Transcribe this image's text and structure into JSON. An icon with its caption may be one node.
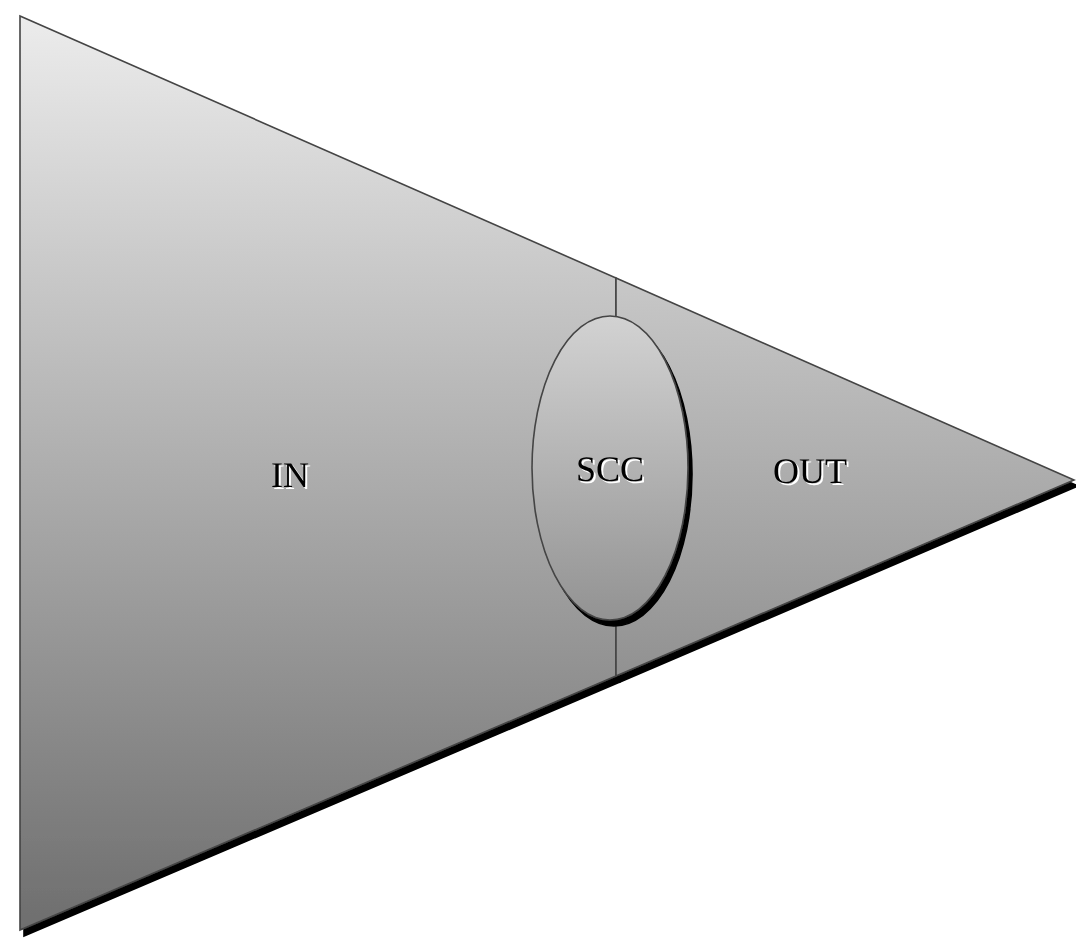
{
  "diagram": {
    "nodes": [
      {
        "text": [
          "IN"
        ]
      },
      {
        "text": [
          "SCC"
        ]
      },
      {
        "text": [
          "OUT"
        ]
      }
    ]
  }
}
